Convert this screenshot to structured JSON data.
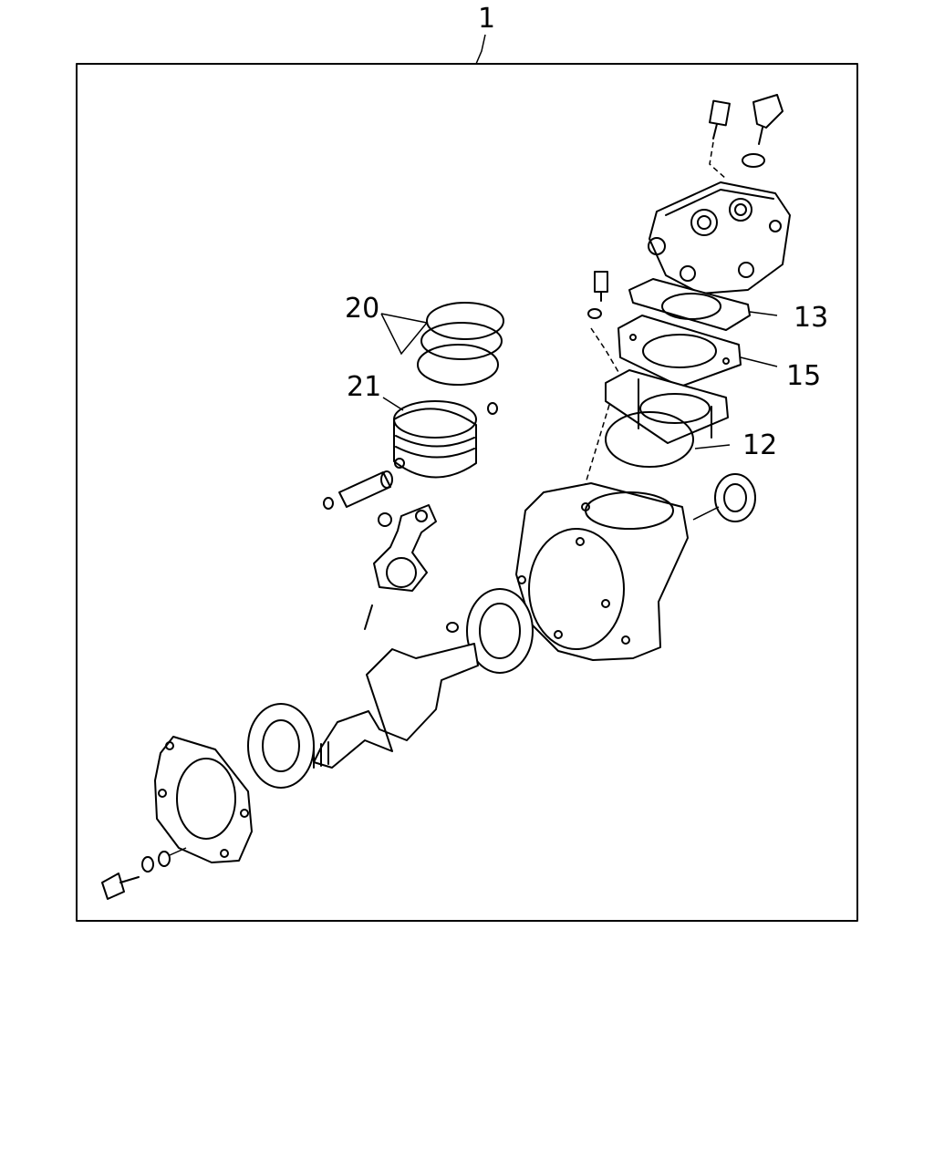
{
  "callouts": {
    "assembly": "1",
    "piston_rings": "20",
    "piston": "21",
    "gasket_upper": "13",
    "gasket_lower": "15",
    "o_ring": "12"
  }
}
